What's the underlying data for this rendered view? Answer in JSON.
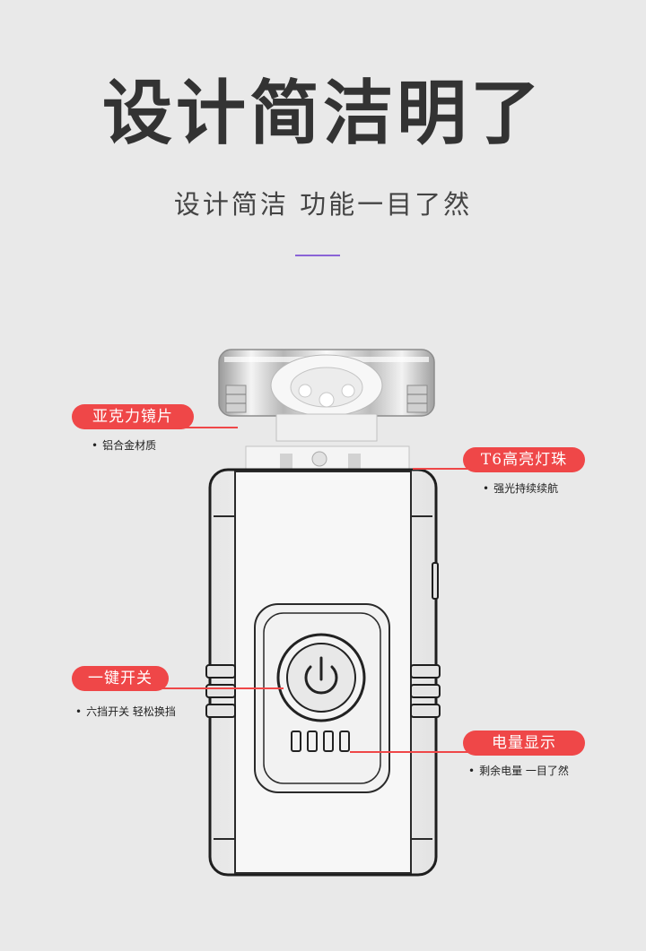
{
  "heading": {
    "title": "设计简洁明了",
    "subtitle": "设计简洁 功能一目了然"
  },
  "callouts": {
    "lens": {
      "label": "亚克力镜片",
      "note": "铝合金材质"
    },
    "led": {
      "label": "T6高亮灯珠",
      "note": "强光持续续航"
    },
    "switch": {
      "label": "一键开关",
      "note": "六挡开关 轻松换挡"
    },
    "battery": {
      "label": "电量显示",
      "note": "剩余电量 一目了然"
    }
  },
  "colors": {
    "background": "#e9e9e9",
    "accent": "#ef4748",
    "divider": "#8a63d6",
    "text": "#333333"
  },
  "icons": {
    "power": "power-icon",
    "battery_bars": "battery-level-icon"
  }
}
